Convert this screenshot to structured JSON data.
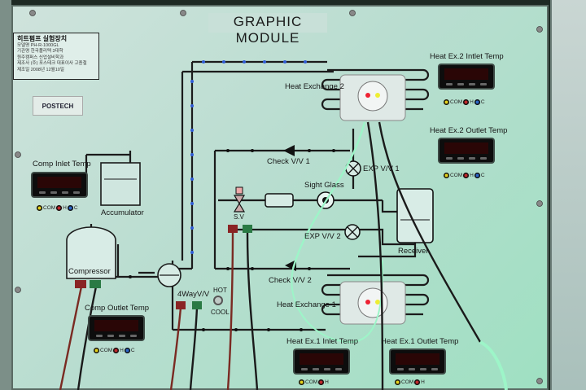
{
  "panel": {
    "title": "GRAPHIC MODULE"
  },
  "info_card": {
    "heading": "히트펌프 실험장치",
    "rows": [
      "모델명  PH-R-1000GL",
      "기관명  한국폴리텍 3대학",
      "       원주캠퍼스 신업설비학과",
      "제조사  (주) 포스테크 대표이사 고종철",
      "제조일  2008년 12월10일"
    ]
  },
  "logo": {
    "text": "POSTECH"
  },
  "labels": {
    "comp_inlet_temp": "Comp Inlet Temp",
    "accumulator": "Accumulator",
    "compressor": "Compressor",
    "comp_outlet_temp": "Comp Outlet Temp",
    "four_way_valve": "4WayV/V",
    "hot": "HOT",
    "cool": "COOL",
    "heat_exchange_2": "Heat Exchange 2",
    "heat_exchange_1": "Heat Exchange 1",
    "check_vv_1": "Check V/V 1",
    "check_vv_2": "Check V/V 2",
    "exp_vv_1": "EXP V/V 1",
    "exp_vv_2": "EXP V/V 2",
    "sight_glass": "Sight Glass",
    "sv": "S.V",
    "receiver": "Receiver",
    "heat_ex2_inlet_temp": "Heat Ex.2 Intlet Temp",
    "heat_ex2_outlet_temp": "Heat Ex.2 Outlet Temp",
    "heat_ex1_inlet_temp": "Heat Ex.1 Inlet Temp",
    "heat_ex1_outlet_temp": "Heat Ex.1 Outlet Temp"
  },
  "terminal_labels": {
    "com": "COM",
    "h": "H",
    "c": "C"
  },
  "colors": {
    "panel": "#bcdcd0",
    "pipe": "#1b1b1b",
    "display_digits": "#ff3b2f",
    "jack_yellow": "#e5d21a",
    "jack_red": "#c0282b",
    "jack_blue": "#2a66c8",
    "wire_red": "#7a2a22",
    "wire_black": "#1a1a1a",
    "wire_green": "#9df5c8"
  }
}
